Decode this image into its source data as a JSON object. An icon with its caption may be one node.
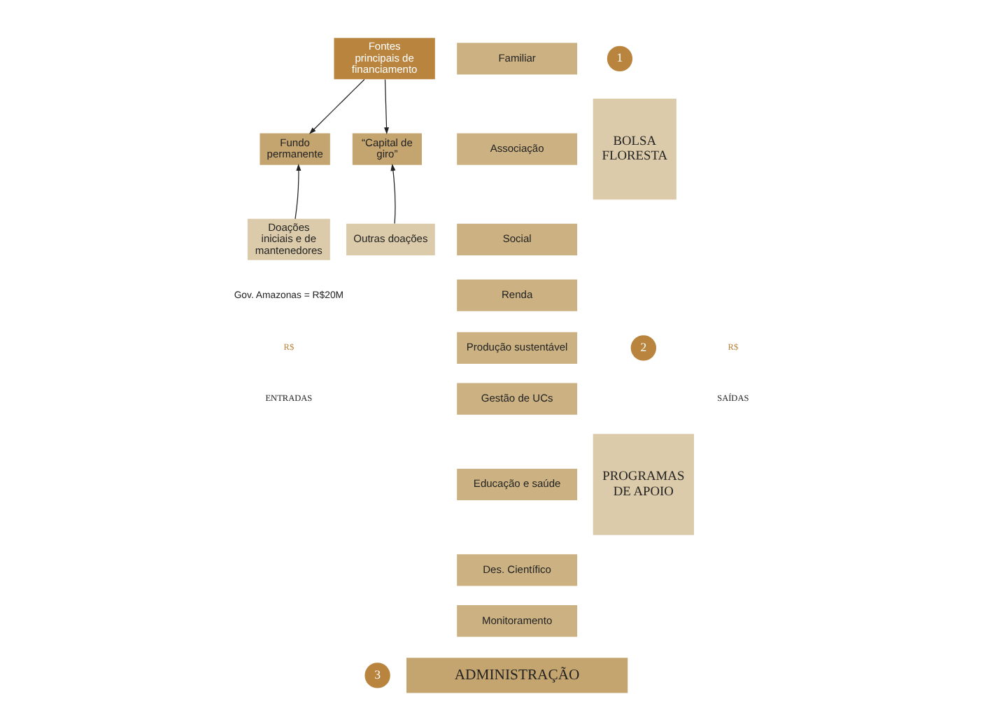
{
  "diagram": {
    "nodes": [
      {
        "text": [
          "Fontes principais de financiamento"
        ]
      },
      {
        "text": [
          "Fundo permanente"
        ]
      },
      {
        "text": [
          "“Capital de giro”"
        ]
      },
      {
        "text": [
          "Doações iniciais e de mantenedores"
        ]
      },
      {
        "text": [
          "Outras doações"
        ]
      },
      {
        "text": [
          "1"
        ]
      },
      {
        "text": [
          "BOLSA FLORESTA"
        ]
      },
      {
        "text": [
          "Familiar"
        ]
      },
      {
        "text": [
          "Associação"
        ]
      },
      {
        "text": [
          "Social"
        ]
      },
      {
        "text": [
          "Renda"
        ]
      },
      {
        "text": [
          "2"
        ]
      },
      {
        "text": [
          "PROGRAMAS DE APOIO"
        ]
      },
      {
        "text": [
          "Produção sustentável"
        ]
      },
      {
        "text": [
          "Gestão de UCs"
        ]
      },
      {
        "text": [
          "Educação e saúde"
        ]
      },
      {
        "text": [
          "Des. Científico"
        ]
      },
      {
        "text": [
          "Monitoramento"
        ]
      },
      {
        "text": [
          "3"
        ]
      },
      {
        "text": [
          "ADMINISTRAÇÃO"
        ]
      }
    ],
    "edges": [
      {
        "from": 0,
        "to": 1,
        "arrow": "to"
      },
      {
        "from": 0,
        "to": 2,
        "arrow": "to"
      },
      {
        "from": 3,
        "to": 1,
        "arrow": "to"
      },
      {
        "from": 4,
        "to": 2,
        "arrow": "to"
      }
    ],
    "labels": [
      "Gov. Amazonas = R$20M",
      "R$",
      "ENTRADAS",
      "R$",
      "SAÍDAS"
    ]
  }
}
